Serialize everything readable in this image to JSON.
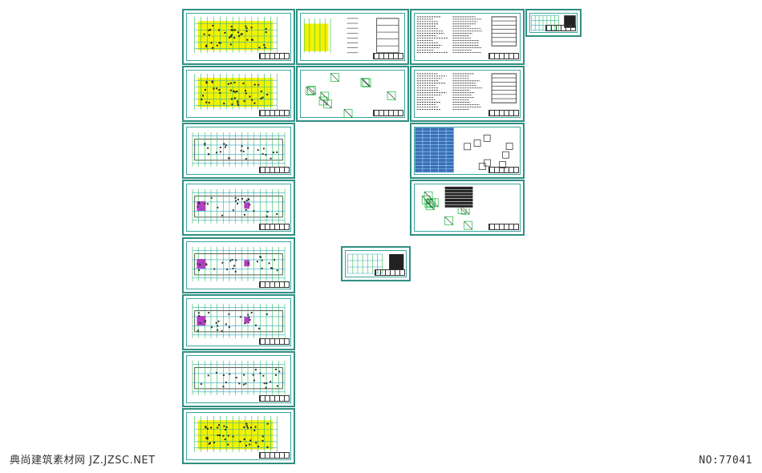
{
  "watermark": {
    "left_text": "典尚建筑素材网 JZ.JZSC.NET",
    "right_text": "NO:77041"
  },
  "colors": {
    "frame": "#2f8f82",
    "highlight": "#f2f200",
    "line_green": "#2fbf4f",
    "line_cyan": "#2aa7c9",
    "accent_magenta": "#b23fc0",
    "dark_text": "#222222"
  },
  "sheets": [
    {
      "id": "elev-1",
      "type": "elevation-yellow"
    },
    {
      "id": "elev-2",
      "type": "section-tower"
    },
    {
      "id": "notes-1",
      "type": "notes"
    },
    {
      "id": "small-detail",
      "type": "small-detail"
    },
    {
      "id": "elev-3",
      "type": "elevation-yellow"
    },
    {
      "id": "details-1",
      "type": "details"
    },
    {
      "id": "tables-1",
      "type": "tables"
    },
    {
      "id": "plan-1",
      "type": "plan"
    },
    {
      "id": "schedule-1",
      "type": "schedule"
    },
    {
      "id": "plan-2",
      "type": "plan-magenta"
    },
    {
      "id": "details-2",
      "type": "details-table"
    },
    {
      "id": "plan-3",
      "type": "plan-magenta"
    },
    {
      "id": "plan-small",
      "type": "small-plan"
    },
    {
      "id": "plan-4",
      "type": "plan-magenta"
    },
    {
      "id": "plan-5",
      "type": "plan"
    },
    {
      "id": "plan-6",
      "type": "plan-yellow"
    }
  ]
}
